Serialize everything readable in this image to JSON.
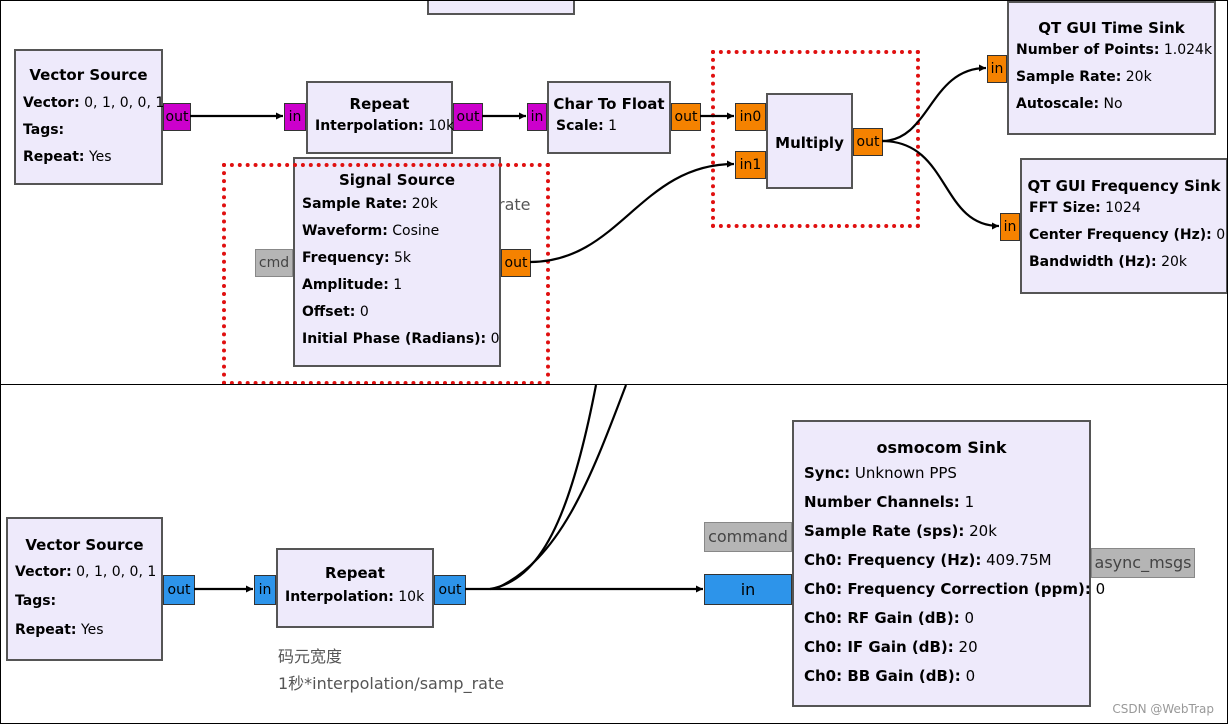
{
  "blocks": {
    "vector_source_top": {
      "title": "Vector Source",
      "params": [
        {
          "k": "Vector:",
          "v": " 0, 1, 0, 0, 1"
        },
        {
          "k": "Tags:",
          "v": ""
        },
        {
          "k": "Repeat:",
          "v": " Yes"
        }
      ]
    },
    "repeat_top": {
      "title": "Repeat",
      "params": [
        {
          "k": "Interpolation:",
          "v": " 10k"
        }
      ]
    },
    "char_to_float": {
      "title": "Char To Float",
      "params": [
        {
          "k": "Scale:",
          "v": " 1"
        }
      ]
    },
    "multiply": {
      "title": "Multiply"
    },
    "signal_source": {
      "title": "Signal Source",
      "params": [
        {
          "k": "Sample Rate:",
          "v": " 20k"
        },
        {
          "k": "Waveform:",
          "v": " Cosine"
        },
        {
          "k": "Frequency:",
          "v": " 5k"
        },
        {
          "k": "Amplitude:",
          "v": " 1"
        },
        {
          "k": "Offset:",
          "v": " 0"
        },
        {
          "k": "Initial Phase (Radians):",
          "v": " 0"
        }
      ]
    },
    "qt_time_sink": {
      "title": "QT GUI Time Sink",
      "params": [
        {
          "k": "Number of Points:",
          "v": " 1.024k"
        },
        {
          "k": "Sample Rate:",
          "v": " 20k"
        },
        {
          "k": "Autoscale:",
          "v": " No"
        }
      ]
    },
    "qt_freq_sink": {
      "title": "QT GUI Frequency Sink",
      "params": [
        {
          "k": "FFT Size:",
          "v": " 1024"
        },
        {
          "k": "Center Frequency (Hz):",
          "v": " 0"
        },
        {
          "k": "Bandwidth (Hz):",
          "v": " 20k"
        }
      ]
    },
    "vector_source_bottom": {
      "title": "Vector Source",
      "params": [
        {
          "k": "Vector:",
          "v": " 0, 1, 0, 0, 1"
        },
        {
          "k": "Tags:",
          "v": ""
        },
        {
          "k": "Repeat:",
          "v": " Yes"
        }
      ]
    },
    "repeat_bottom": {
      "title": "Repeat",
      "params": [
        {
          "k": "Interpolation:",
          "v": " 10k"
        }
      ]
    },
    "osmocom_sink": {
      "title": "osmocom Sink",
      "params": [
        {
          "k": "Sync:",
          "v": " Unknown PPS"
        },
        {
          "k": "Number Channels:",
          "v": " 1"
        },
        {
          "k": "Sample Rate (sps):",
          "v": " 20k"
        },
        {
          "k": "Ch0: Frequency (Hz):",
          "v": " 409.75M"
        },
        {
          "k": "Ch0: Frequency Correction (ppm):",
          "v": " 0"
        },
        {
          "k": "Ch0: RF Gain (dB):",
          "v": " 0"
        },
        {
          "k": "Ch0: IF Gain (dB):",
          "v": " 20"
        },
        {
          "k": "Ch0: BB Gain (dB):",
          "v": " 0"
        }
      ]
    }
  },
  "ports": {
    "out": "out",
    "in": "in",
    "in0": "in0",
    "in1": "in1",
    "cmd": "cmd",
    "command": "command",
    "async_msgs": "async_msgs"
  },
  "notes": {
    "partial_rate": "rate",
    "line1": "码元宽度",
    "line2": "1秒*interpolation/samp_rate"
  },
  "watermark": "CSDN @WebTrap",
  "colors": {
    "stream_byte": "#cc00cc",
    "stream_float": "#f58200",
    "stream_complex": "#2d94ea",
    "message": "#b5b5b5",
    "block_bg": "#eeeafb",
    "highlight": "#e01010"
  }
}
